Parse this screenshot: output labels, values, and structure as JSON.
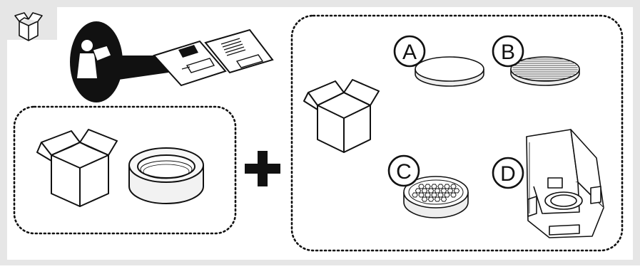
{
  "frame": {
    "background": "#e6e6e6",
    "panel": "#ffffff",
    "ink": "#111111"
  },
  "icons": {
    "header": "package-contents-icon",
    "manual": "read-manual-icon",
    "plus": "plus-icon"
  },
  "items": [
    {
      "label": "A",
      "part": "flat-disc-lens"
    },
    {
      "label": "B",
      "part": "ribbed-disc-lens"
    },
    {
      "label": "C",
      "part": "honeycomb-louver"
    },
    {
      "label": "D",
      "part": "mounting-housing"
    }
  ]
}
